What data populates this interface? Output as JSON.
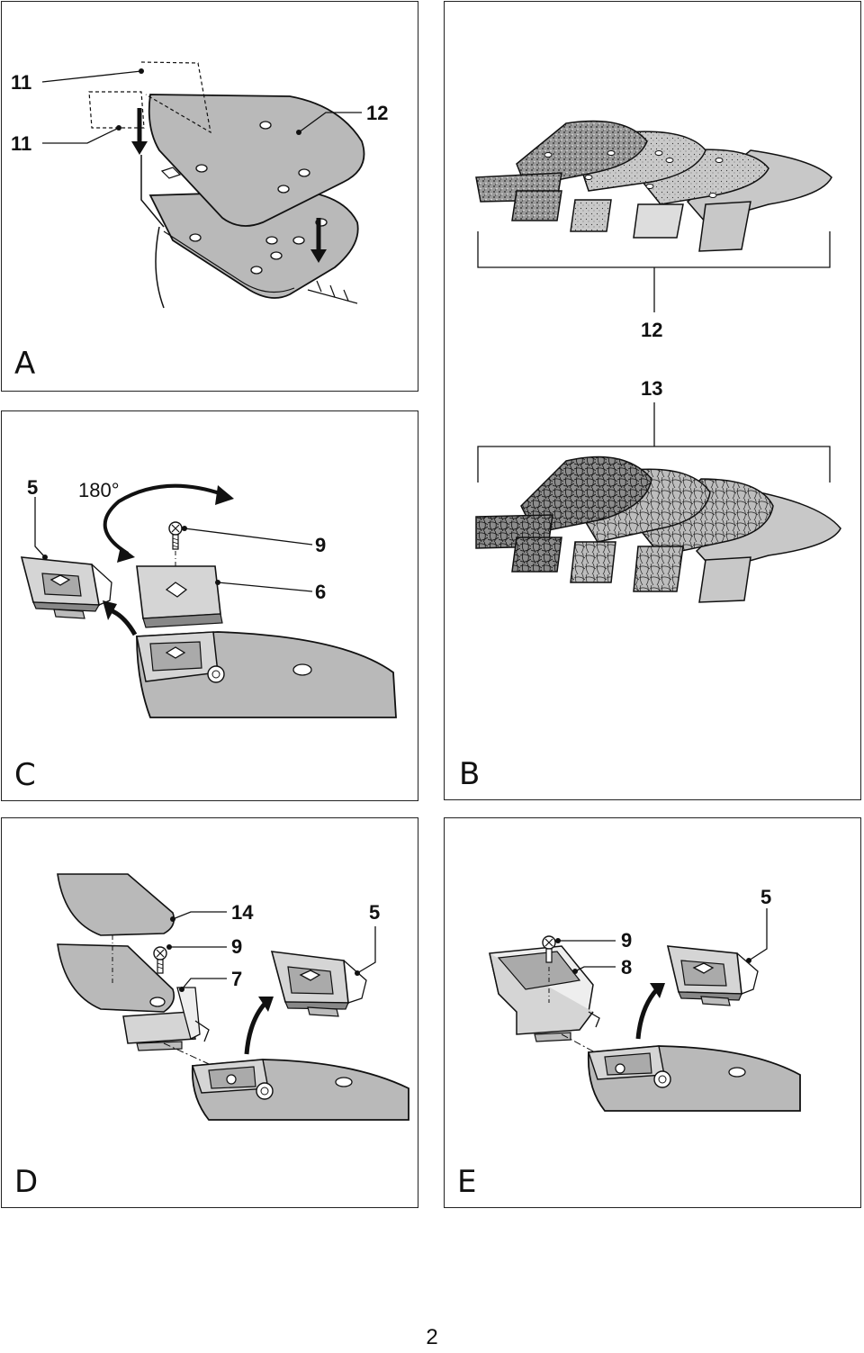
{
  "panels": {
    "A": {
      "letter": "A",
      "callouts": {
        "top_left": "11",
        "mid_left": "11",
        "right": "12"
      }
    },
    "B": {
      "letter": "B",
      "callouts": {
        "upper": "12",
        "lower": "13"
      }
    },
    "C": {
      "letter": "C",
      "callouts": {
        "left": "5",
        "angle": "180°",
        "screw": "9",
        "plate": "6"
      }
    },
    "D": {
      "letter": "D",
      "callouts": {
        "top": "14",
        "screw": "9",
        "holder": "7",
        "plate": "5"
      }
    },
    "E": {
      "letter": "E",
      "callouts": {
        "plate": "5",
        "screw": "9",
        "holder": "8"
      }
    }
  },
  "page_number": "2",
  "colors": {
    "pad_gray": "#b9b9b9",
    "line": "#111111",
    "dark_fill": "#555555"
  }
}
